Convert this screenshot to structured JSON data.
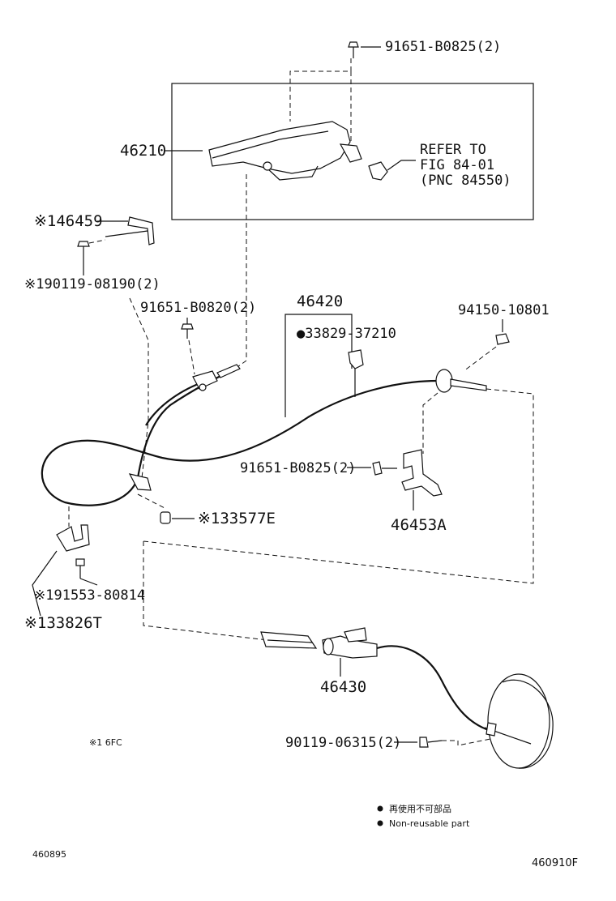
{
  "parts": {
    "bolt_top": "91651-B0825(2)",
    "lever": "46210",
    "refer_line1": "REFER TO",
    "refer_line2": "FIG 84-01",
    "refer_line3": "(PNC 84550)",
    "bracket_46459": "※146459",
    "bolt_90119_08190": "※190119-08190(2)",
    "bolt_b0820": "91651-B0820(2)",
    "cable_46420": "46420",
    "clip_33829": "●33829-37210",
    "grommet_94150": "94150-10801",
    "bolt_b0825_mid": "91651-B0825(2)",
    "bracket_46453A": "46453A",
    "cap_33577E": "※133577E",
    "screw_91553": "※191553-80814",
    "clip_33826T": "※133826T",
    "cable_46430": "46430",
    "bolt_90119_06315": "90119-06315(2)"
  },
  "notes": {
    "footnote": "※1 6FC",
    "legend_jp": "再使用不可部品",
    "legend_en": "Non-reusable part",
    "code_left": "460895",
    "code_right": "460910F"
  }
}
